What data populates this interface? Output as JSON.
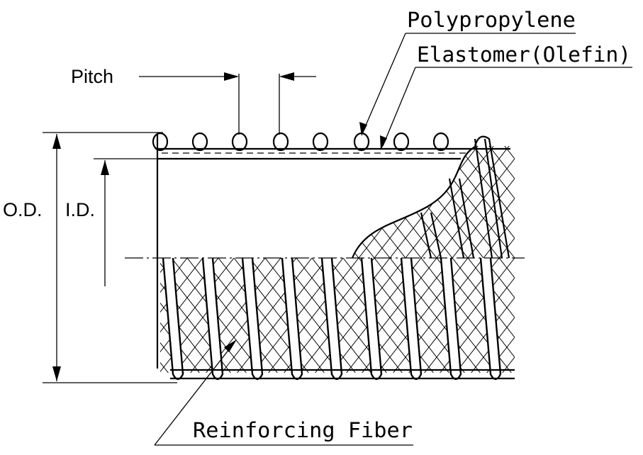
{
  "labels": {
    "pitch": "Pitch",
    "od": "O.D.",
    "id": "I.D.",
    "polypropylene": "Polypropylene",
    "elastomer": "Elastomer(Olefin)",
    "reinforcing_fiber": "Reinforcing Fiber"
  }
}
